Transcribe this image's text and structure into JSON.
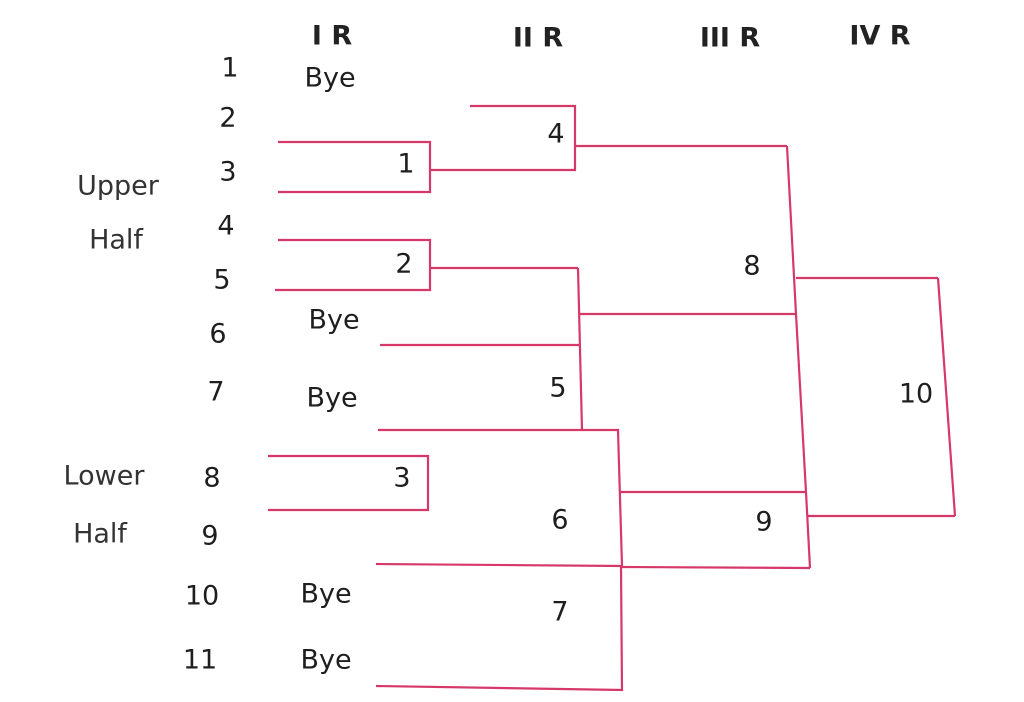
{
  "rounds": [
    "I R",
    "II R",
    "III R",
    "IV R"
  ],
  "halves": {
    "upper": [
      "Upper",
      "Half"
    ],
    "lower": [
      "Lower",
      "Half"
    ]
  },
  "seeds": [
    "1",
    "2",
    "3",
    "4",
    "5",
    "6",
    "7",
    "8",
    "9",
    "10",
    "11"
  ],
  "bye_label": "Bye",
  "matches": [
    "1",
    "2",
    "3",
    "4",
    "5",
    "6",
    "7",
    "8",
    "9",
    "10"
  ],
  "line_color": "#d6386a"
}
